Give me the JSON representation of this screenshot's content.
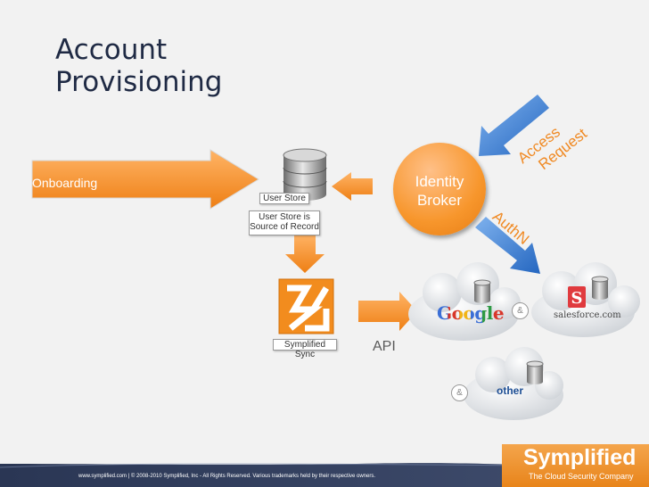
{
  "title": {
    "line1": "Account",
    "line2": "Provisioning"
  },
  "onboarding": {
    "label": "Onboarding"
  },
  "user_store": {
    "label": "User Store",
    "note_line1": "User Store is",
    "note_line2": "Source of Record"
  },
  "identity_broker": {
    "line1": "Identity",
    "line2": "Broker"
  },
  "access_request": {
    "line1": "Access",
    "line2": "Request"
  },
  "authn": {
    "label": "AuthN"
  },
  "sync": {
    "label": "Symplified Sync"
  },
  "api": {
    "label": "API"
  },
  "apps": {
    "google": "Google",
    "salesforce": "salesforce.com",
    "other": "other",
    "amp": "&"
  },
  "footer": {
    "text": "www.symplified.com   |   © 2008-2010 Symplified, Inc - All Rights Reserved. Various trademarks held by their respective owners."
  },
  "brand": {
    "name": "Symplified",
    "tagline": "The Cloud Security Company"
  },
  "colors": {
    "orange": "#f7962c",
    "blue": "#2f73c9",
    "title": "#1f2a44",
    "wave": "#2d3a5a"
  }
}
